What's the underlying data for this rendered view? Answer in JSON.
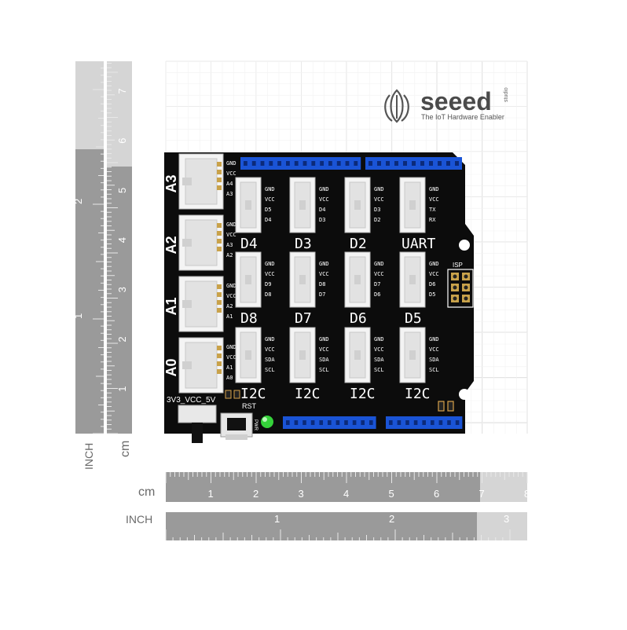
{
  "logo": {
    "brand": "seeed",
    "tagline": "The IoT Hardware Enabler",
    "mark": "studio"
  },
  "board": {
    "analog_ports": [
      {
        "label": "A3",
        "pins": [
          "GND",
          "VCC",
          "A4",
          "A3"
        ]
      },
      {
        "label": "A2",
        "pins": [
          "GND",
          "VCC",
          "A3",
          "A2"
        ]
      },
      {
        "label": "A1",
        "pins": [
          "GND",
          "VCC",
          "A2",
          "A1"
        ]
      },
      {
        "label": "A0",
        "pins": [
          "GND",
          "VCC",
          "A1",
          "A0"
        ]
      }
    ],
    "grid_ports": [
      {
        "label": "D4",
        "pins": [
          "GND",
          "VCC",
          "D5",
          "D4"
        ]
      },
      {
        "label": "D3",
        "pins": [
          "GND",
          "VCC",
          "D4",
          "D3"
        ]
      },
      {
        "label": "D2",
        "pins": [
          "GND",
          "VCC",
          "D3",
          "D2"
        ]
      },
      {
        "label": "UART",
        "pins": [
          "GND",
          "VCC",
          "TX",
          "RX"
        ]
      },
      {
        "label": "D8",
        "pins": [
          "GND",
          "VCC",
          "D9",
          "D8"
        ]
      },
      {
        "label": "D7",
        "pins": [
          "GND",
          "VCC",
          "D8",
          "D7"
        ]
      },
      {
        "label": "D6",
        "pins": [
          "GND",
          "VCC",
          "D7",
          "D6"
        ]
      },
      {
        "label": "D5",
        "pins": [
          "GND",
          "VCC",
          "D6",
          "D5"
        ]
      },
      {
        "label": "I2C",
        "pins": [
          "GND",
          "VCC",
          "SDA",
          "SCL"
        ]
      },
      {
        "label": "I2C",
        "pins": [
          "GND",
          "VCC",
          "SDA",
          "SCL"
        ]
      },
      {
        "label": "I2C",
        "pins": [
          "GND",
          "VCC",
          "SDA",
          "SCL"
        ]
      },
      {
        "label": "I2C",
        "pins": [
          "GND",
          "VCC",
          "SDA",
          "SCL"
        ]
      }
    ],
    "isp_label": "ISP",
    "switch_label": "3V3_VCC_5V",
    "reset_label": "RST",
    "pwr_label": "PWR",
    "colors": {
      "pcb": "#0c0c0c",
      "header": "#1a54d6",
      "led": "#35d23a"
    }
  },
  "rulers": {
    "bottom_cm_label": "cm",
    "bottom_cm_ticks": [
      "1",
      "2",
      "3",
      "4",
      "5",
      "6",
      "7",
      "8"
    ],
    "bottom_inch_label": "INCH",
    "bottom_inch_ticks": [
      "1",
      "2",
      "3"
    ],
    "left_inch_label": "INCH",
    "left_inch_ticks": [
      "1",
      "2"
    ],
    "left_cm_label": "cm",
    "left_cm_ticks": [
      "1",
      "2",
      "3",
      "4",
      "5",
      "6",
      "7"
    ]
  }
}
